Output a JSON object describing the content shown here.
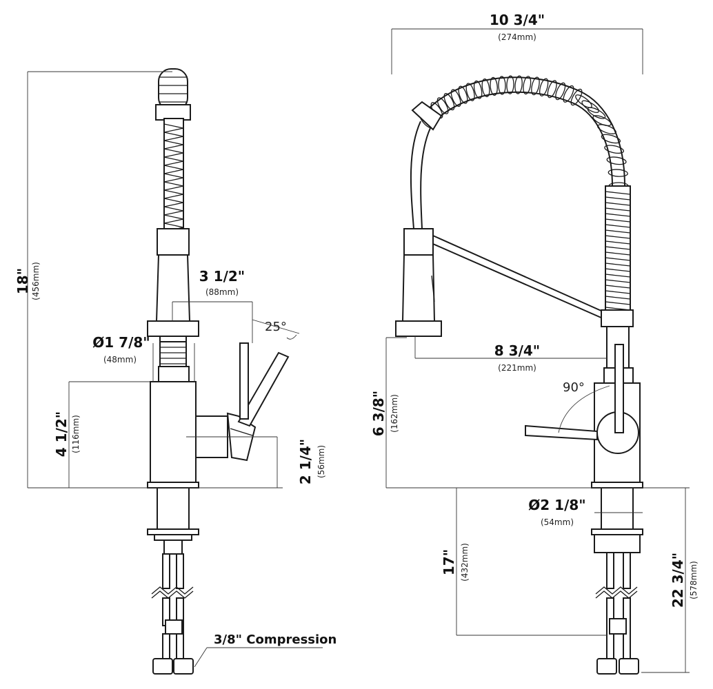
{
  "left_view": {
    "height": {
      "imperial": "18\"",
      "metric": "(456mm)"
    },
    "spout_reach": {
      "imperial": "3 1/2\"",
      "metric": "(88mm)"
    },
    "handle_angle": "25°",
    "body_diameter": {
      "imperial": "Ø1 7/8\"",
      "metric": "(48mm)"
    },
    "body_height": {
      "imperial": "4 1/2\"",
      "metric": "(116mm)"
    },
    "handle_height": {
      "imperial": "2 1/4\"",
      "metric": "(56mm)"
    },
    "connection_label": "3/8\" Compression"
  },
  "right_view": {
    "width": {
      "imperial": "10 3/4\"",
      "metric": "(274mm)"
    },
    "spray_reach": {
      "imperial": "8 3/4\"",
      "metric": "(221mm)"
    },
    "handle_rotation": "90°",
    "spray_height": {
      "imperial": "6 3/8\"",
      "metric": "(162mm)"
    },
    "base_diameter": {
      "imperial": "Ø2 1/8\"",
      "metric": "(54mm)"
    },
    "shank_length": {
      "imperial": "17\"",
      "metric": "(432mm)"
    },
    "total_below": {
      "imperial": "22 3/4\"",
      "metric": "(578mm)"
    }
  }
}
